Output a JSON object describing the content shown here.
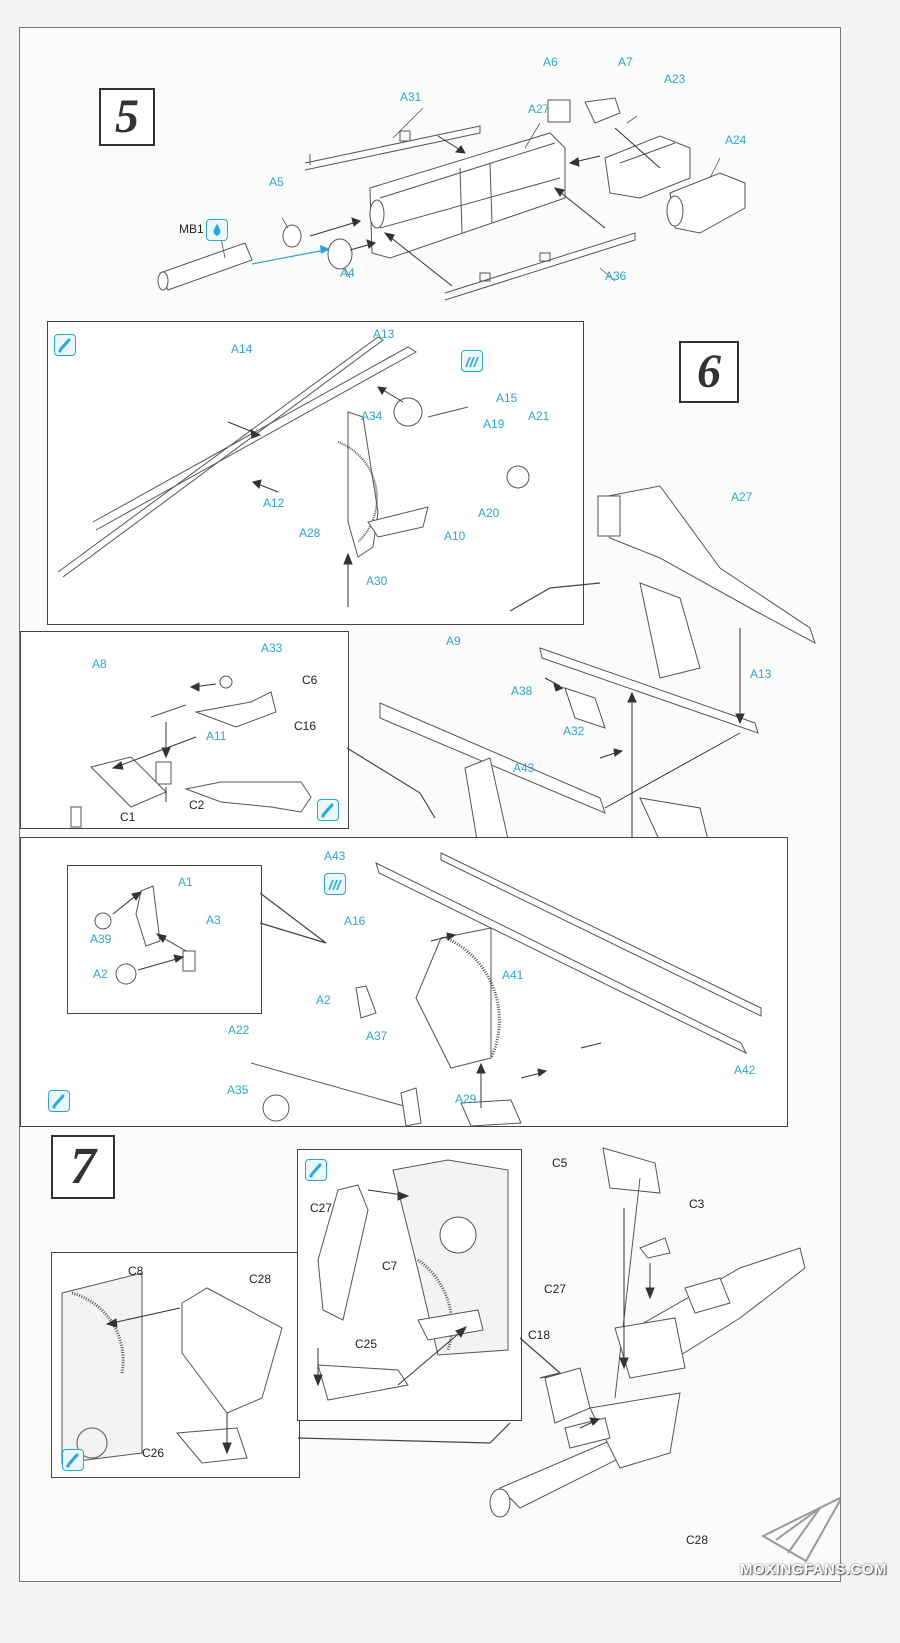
{
  "steps": [
    {
      "number": "5"
    },
    {
      "number": "6"
    },
    {
      "number": "7"
    }
  ],
  "icons": {
    "glue": "cement-icon",
    "paint_blue": "paint-drop-icon",
    "optional_part": "optional-part-icon"
  },
  "step5": {
    "labels": [
      {
        "text": "A6",
        "color": "blue"
      },
      {
        "text": "A7",
        "color": "blue"
      },
      {
        "text": "A23",
        "color": "blue"
      },
      {
        "text": "A31",
        "color": "blue"
      },
      {
        "text": "A27",
        "color": "blue"
      },
      {
        "text": "A24",
        "color": "blue"
      },
      {
        "text": "A5",
        "color": "blue"
      },
      {
        "text": "MB1",
        "color": "black"
      },
      {
        "text": "A4",
        "color": "blue"
      },
      {
        "text": "A36",
        "color": "blue"
      }
    ]
  },
  "step6": {
    "upper_panel": [
      "A14",
      "A13",
      "A15",
      "A34",
      "A19",
      "A21",
      "A12",
      "A20",
      "A28",
      "A10",
      "A30"
    ],
    "left_panel": [
      "A8",
      "A33",
      "C6",
      "A11",
      "C16",
      "C2",
      "C1"
    ],
    "main": [
      "A27",
      "A9",
      "A38",
      "A13",
      "A32",
      "A43",
      "C2"
    ],
    "lower_panel": [
      "A43",
      "A16",
      "A41",
      "A2",
      "A22",
      "A37",
      "A35",
      "A29",
      "A42"
    ],
    "lower_inset": [
      "A1",
      "A39",
      "A3",
      "A2"
    ]
  },
  "step7": {
    "left_panel": [
      "C8",
      "C28",
      "C26"
    ],
    "middle_panel": [
      "C27",
      "C7",
      "C25"
    ],
    "main": [
      "C5",
      "C3",
      "C27",
      "C18",
      "C28"
    ]
  },
  "watermark": "MOXINGFANS.COM"
}
